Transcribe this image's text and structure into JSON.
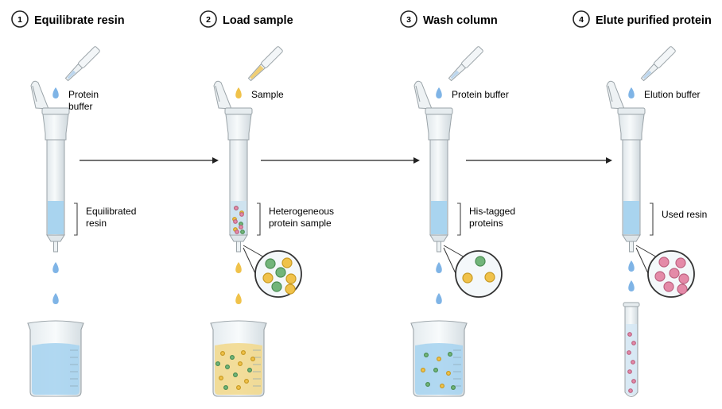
{
  "steps": [
    {
      "number": "1",
      "title": "Equilibrate resin",
      "reagent_label": [
        "Protein",
        "buffer"
      ],
      "column_label": [
        "Equilibrated",
        "resin"
      ]
    },
    {
      "number": "2",
      "title": "Load sample",
      "reagent_label": [
        "Sample"
      ],
      "column_label": [
        "Heterogeneous",
        "protein sample"
      ]
    },
    {
      "number": "3",
      "title": "Wash column",
      "reagent_label": [
        "Protein buffer"
      ],
      "column_label": [
        "His-tagged",
        "proteins"
      ]
    },
    {
      "number": "4",
      "title": "Elute purified protein",
      "reagent_label": [
        "Elution buffer"
      ],
      "column_label": [
        "Used resin"
      ]
    }
  ],
  "colors": {
    "buffer_blue": "#a9d4ef",
    "drop_blue": "#7fb4e6",
    "sample_yellow": "#f2d98f",
    "drop_yellow": "#f0c24a",
    "green_bead": "#72b57a",
    "yellow_bead": "#f0c24a",
    "pink_bead": "#e48aa8",
    "glass": "#e8eef1",
    "outline": "#9aa3a8",
    "arrow": "#222222"
  },
  "icons": [
    "pipette-icon",
    "spin-column-icon",
    "beaker-icon",
    "drop-icon",
    "magnifier-icon",
    "test-tube-icon",
    "arrow-icon"
  ]
}
